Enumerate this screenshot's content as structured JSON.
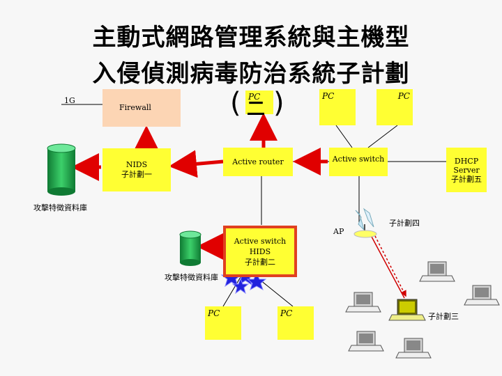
{
  "title": {
    "line1": "主動式網路管理系統與主機型",
    "line2": "入侵偵測病毒防治系統子計劃",
    "paren_open": "(",
    "paren_close": ")",
    "paren_mark": "二"
  },
  "nodes": {
    "uplink": "1G",
    "firewall": "Firewall",
    "pc_top_center": "PC",
    "pc_top_right_a": "PC",
    "pc_top_right_b": "PC",
    "nids_line1": "NIDS",
    "nids_line2": "子計劃一",
    "active_router": "Active router",
    "active_switch_top": "Active switch",
    "dhcp_line1": "DHCP",
    "dhcp_line2": "Server",
    "dhcp_line3": "子計劃五",
    "attack_db_1": "攻擊特徵資料庫",
    "ap": "AP",
    "sub4": "子計劃四",
    "hids_line1": "Active switch",
    "hids_line2": "HIDS",
    "hids_line3": "子計劃二",
    "attack_db_2": "攻擊特徵資料庫",
    "pc_infected": "PC",
    "pc_bottom": "PC",
    "sub3": "子計劃三"
  },
  "colors": {
    "firewall_fill": "#fcd5b4",
    "box_fill": "#ffff33",
    "arrow_red": "#e00000",
    "hids_border": "#e04020",
    "db_green": "#1faa4a",
    "star_blue": "#2222dd"
  }
}
